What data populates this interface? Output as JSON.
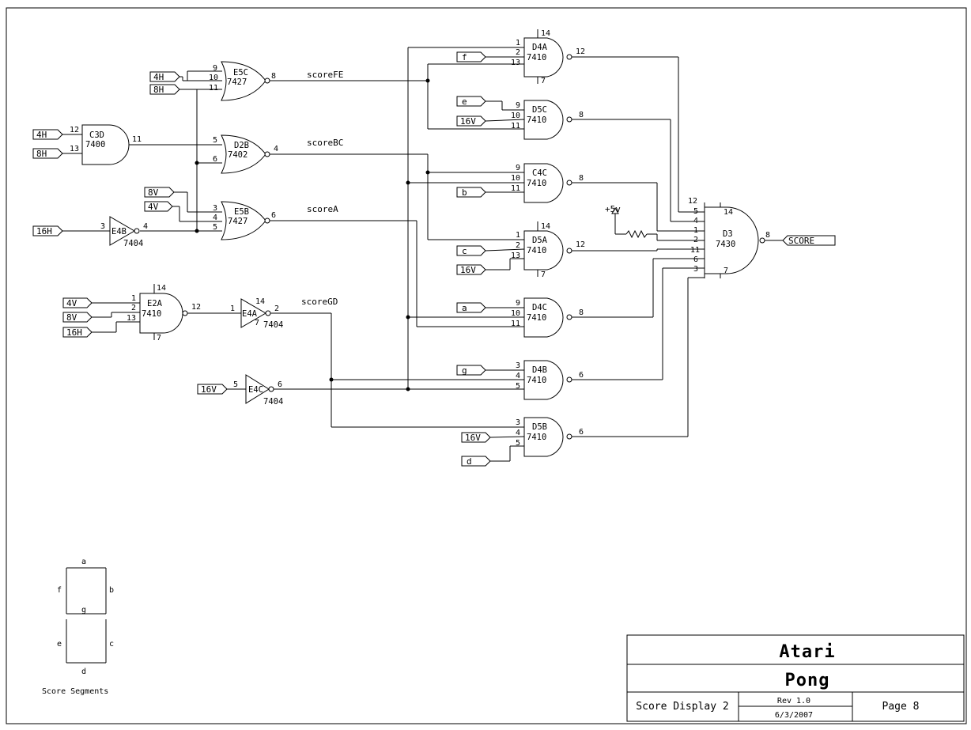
{
  "title_block": {
    "company": "Atari",
    "project": "Pong",
    "sheet_title": "Score Display 2",
    "revision": "Rev 1.0",
    "date": "6/3/2007",
    "page": "Page 8"
  },
  "legend": {
    "caption": "Score Segments",
    "segments": [
      "a",
      "b",
      "c",
      "d",
      "e",
      "f",
      "g"
    ]
  },
  "power_label": "+5v",
  "output_label": "SCORE",
  "nets": {
    "scoreFE": "scoreFE",
    "scoreBC": "scoreBC",
    "scoreA": "scoreA",
    "scoreGD": "scoreGD"
  },
  "inputs": {
    "c3d_a": "4H",
    "c3d_b": "8H",
    "e5c_a": "4H",
    "e5c_b": "8H",
    "e5b_a": "8V",
    "e5b_b": "4V",
    "e4b_in": "16H",
    "e2a_a": "4V",
    "e2a_b": "8V",
    "e2a_c": "16H",
    "e4c_in": "16V",
    "d4a_f": "f",
    "d5c_e": "e",
    "d5c_16v": "16V",
    "c4c_b": "b",
    "d5a_c": "c",
    "d5a_16v": "16V",
    "d4c_a": "a",
    "d4b_g": "g",
    "d5b_16v": "16V",
    "d5b_d": "d"
  },
  "gates": {
    "c3d": {
      "name": "C3D",
      "part": "7400"
    },
    "e5c": {
      "name": "E5C",
      "part": "7427"
    },
    "d2b": {
      "name": "D2B",
      "part": "7402"
    },
    "e5b": {
      "name": "E5B",
      "part": "7427"
    },
    "e4b": {
      "name": "E4B",
      "part": "7404"
    },
    "e2a": {
      "name": "E2A",
      "part": "7410"
    },
    "e4a": {
      "name": "E4A",
      "part": "7404"
    },
    "e4c": {
      "name": "E4C",
      "part": "7404"
    },
    "d4a": {
      "name": "D4A",
      "part": "7410"
    },
    "d5c": {
      "name": "D5C",
      "part": "7410"
    },
    "c4c": {
      "name": "C4C",
      "part": "7410"
    },
    "d5a": {
      "name": "D5A",
      "part": "7410"
    },
    "d4c": {
      "name": "D4C",
      "part": "7410"
    },
    "d4b": {
      "name": "D4B",
      "part": "7410"
    },
    "d5b": {
      "name": "D5B",
      "part": "7410"
    },
    "d3": {
      "name": "D3",
      "part": "7430"
    }
  }
}
